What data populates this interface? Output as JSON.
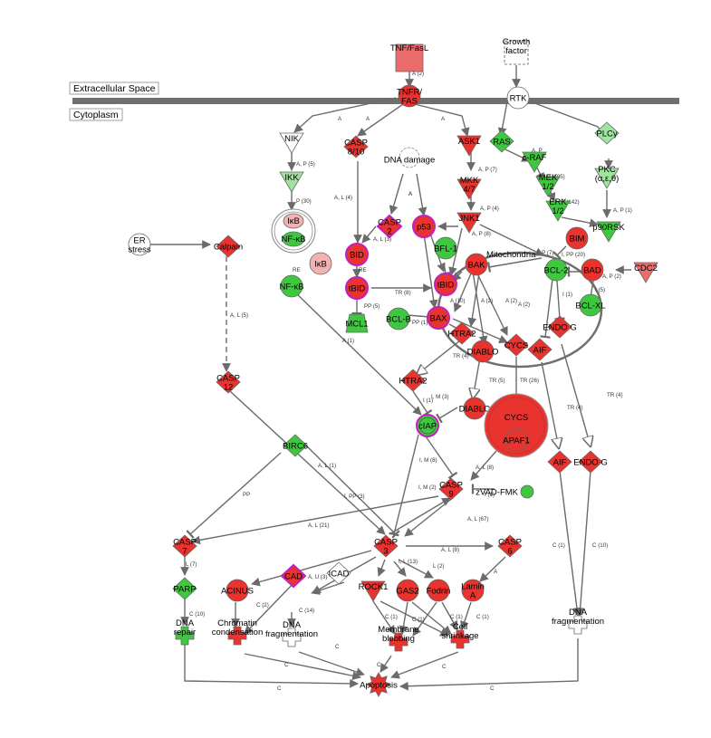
{
  "regions": {
    "extracellular": "Extracellular Space",
    "cytoplasm": "Cytoplasm",
    "mitochondria": "Mitochondria"
  },
  "colors": {
    "red": "#e8332f",
    "green": "#3fc83f",
    "pink_light": "#f3b1b1",
    "salmon": "#ec6b6b",
    "light_green": "#9fe39f",
    "magenta": "#c020c0",
    "membrane": "#6f6f6f",
    "edge": "#6b6b6b"
  },
  "nodes": [
    {
      "id": "tnf",
      "label": "TNF/FasL",
      "shape": "square",
      "fill": "#ec6b6b"
    },
    {
      "id": "growth",
      "label": "Growth\nfactor",
      "shape": "dashed-square",
      "fill": "#ffffff"
    },
    {
      "id": "tnfr",
      "label": "TNFR/\nFAS",
      "shape": "ellipse",
      "fill": "#e8332f"
    },
    {
      "id": "rtk",
      "label": "RTK",
      "shape": "ellipse",
      "fill": "#ffffff"
    },
    {
      "id": "nik",
      "label": "NIK",
      "shape": "triangle-down",
      "fill": "#ffffff"
    },
    {
      "id": "casp810",
      "label": "CASP\n8/10",
      "shape": "diamond",
      "fill": "#e8332f"
    },
    {
      "id": "dna_damage",
      "label": "DNA damage",
      "shape": "cog",
      "fill": "#ffffff"
    },
    {
      "id": "ask1",
      "label": "ASK1",
      "shape": "triangle-down",
      "fill": "#e8332f"
    },
    {
      "id": "ras",
      "label": "RAS",
      "shape": "diamond",
      "fill": "#3fc83f"
    },
    {
      "id": "craf",
      "label": "c-RAF",
      "shape": "triangle-down",
      "fill": "#3fc83f"
    },
    {
      "id": "plcg",
      "label": "PLCγ",
      "shape": "diamond",
      "fill": "#9fe39f"
    },
    {
      "id": "ikk",
      "label": "IKK",
      "shape": "triangle-down",
      "fill": "#9fe39f"
    },
    {
      "id": "mkk47",
      "label": "MKK\n4/7",
      "shape": "triangle-down",
      "fill": "#e8332f"
    },
    {
      "id": "mek12",
      "label": "MEK\n1/2",
      "shape": "triangle-down",
      "fill": "#3fc83f"
    },
    {
      "id": "pkc",
      "label": "PKC\n(α,ε,θ)",
      "shape": "triangle-down",
      "fill": "#9fe39f"
    },
    {
      "id": "erk12",
      "label": "ERK\n1/2",
      "shape": "triangle-down",
      "fill": "#3fc83f"
    },
    {
      "id": "ikb_nfkb",
      "label": "IκB",
      "shape": "complex",
      "fill": "#f3b1b1"
    },
    {
      "id": "nfkb1",
      "label": "NF-κB",
      "shape": "ellipse",
      "fill": "#3fc83f"
    },
    {
      "id": "casp2",
      "label": "CASP\n2",
      "shape": "diamond",
      "fill": "#e8332f"
    },
    {
      "id": "p53",
      "label": "p53",
      "shape": "ellipse",
      "fill": "#e8332f"
    },
    {
      "id": "jnk1",
      "label": "JNK1",
      "shape": "triangle-down",
      "fill": "#e8332f"
    },
    {
      "id": "p90rsk",
      "label": "p90RSK",
      "shape": "triangle-down",
      "fill": "#3fc83f"
    },
    {
      "id": "er_stress",
      "label": "ER\nstress",
      "shape": "ellipse",
      "fill": "#ffffff"
    },
    {
      "id": "calpain",
      "label": "Calpain",
      "shape": "diamond",
      "fill": "#e8332f"
    },
    {
      "id": "ikb",
      "label": "IκB",
      "shape": "ellipse",
      "fill": "#f3b1b1"
    },
    {
      "id": "bid",
      "label": "BID",
      "shape": "ellipse",
      "fill": "#e8332f"
    },
    {
      "id": "bfl1",
      "label": "BFL-1",
      "shape": "ellipse",
      "fill": "#3fc83f"
    },
    {
      "id": "bim",
      "label": "BIM",
      "shape": "ellipse",
      "fill": "#e8332f"
    },
    {
      "id": "bak",
      "label": "BAK",
      "shape": "ellipse",
      "fill": "#e8332f"
    },
    {
      "id": "bcl2",
      "label": "BCL-2",
      "shape": "ellipse",
      "fill": "#3fc83f"
    },
    {
      "id": "bad",
      "label": "BAD",
      "shape": "ellipse",
      "fill": "#e8332f"
    },
    {
      "id": "cdc2",
      "label": "CDC2",
      "shape": "triangle-down",
      "fill": "#ec6b6b"
    },
    {
      "id": "nfkb2",
      "label": "NF-κB",
      "shape": "ellipse",
      "fill": "#3fc83f"
    },
    {
      "id": "tbid1",
      "label": "tBID",
      "shape": "ellipse",
      "fill": "#e8332f"
    },
    {
      "id": "tbid2",
      "label": "tBID",
      "shape": "ellipse",
      "fill": "#e8332f"
    },
    {
      "id": "bclxl",
      "label": "BCL-XL",
      "shape": "ellipse",
      "fill": "#3fc83f"
    },
    {
      "id": "mcl1",
      "label": "MCL1",
      "shape": "trapezoid",
      "fill": "#3fc83f"
    },
    {
      "id": "bclb",
      "label": "BCL-B",
      "shape": "ellipse",
      "fill": "#3fc83f"
    },
    {
      "id": "bax",
      "label": "BAX",
      "shape": "ellipse",
      "fill": "#e8332f"
    },
    {
      "id": "endog1",
      "label": "ENDO G",
      "shape": "diamond",
      "fill": "#e8332f"
    },
    {
      "id": "htra2_in",
      "label": "HTRA2",
      "shape": "diamond",
      "fill": "#e8332f"
    },
    {
      "id": "cycs_in",
      "label": "CYCS",
      "shape": "diamond",
      "fill": "#e8332f"
    },
    {
      "id": "aif_in",
      "label": "AIF",
      "shape": "diamond",
      "fill": "#e8332f"
    },
    {
      "id": "diablo_in",
      "label": "DIABLO",
      "shape": "ellipse",
      "fill": "#e8332f"
    },
    {
      "id": "htra2_out",
      "label": "HTRA2",
      "shape": "diamond",
      "fill": "#e8332f"
    },
    {
      "id": "casp12",
      "label": "CASP\n12",
      "shape": "diamond",
      "fill": "#e8332f"
    },
    {
      "id": "diablo_out",
      "label": "DIABLO",
      "shape": "ellipse",
      "fill": "#e8332f"
    },
    {
      "id": "ciap",
      "label": "cIAP",
      "shape": "ellipse",
      "fill": "#3fc83f"
    },
    {
      "id": "apoptosome",
      "label": "CYCS",
      "shape": "complex",
      "fill": "#e8332f"
    },
    {
      "id": "apaf1",
      "label": "APAF1",
      "shape": "ellipse",
      "fill": "#e8332f"
    },
    {
      "id": "birc6",
      "label": "BIRC6",
      "shape": "diamond",
      "fill": "#3fc83f"
    },
    {
      "id": "aif_out",
      "label": "AIF",
      "shape": "diamond",
      "fill": "#e8332f"
    },
    {
      "id": "endog2",
      "label": "ENDO G",
      "shape": "diamond",
      "fill": "#e8332f"
    },
    {
      "id": "casp9",
      "label": "CASP\n9",
      "shape": "diamond",
      "fill": "#e8332f"
    },
    {
      "id": "zvad",
      "label": "zVAD-FMK",
      "shape": "pill",
      "fill": "#3fc83f"
    },
    {
      "id": "casp3",
      "label": "CASP\n3",
      "shape": "diamond",
      "fill": "#e8332f"
    },
    {
      "id": "casp7",
      "label": "CASP\n7",
      "shape": "diamond",
      "fill": "#e8332f"
    },
    {
      "id": "casp6",
      "label": "CASP\n6",
      "shape": "diamond",
      "fill": "#e8332f"
    },
    {
      "id": "cad",
      "label": "CAD",
      "shape": "diamond",
      "fill": "#e8332f"
    },
    {
      "id": "icad",
      "label": "ICAD",
      "shape": "diamond",
      "fill": "#ffffff"
    },
    {
      "id": "acinus",
      "label": "ACINUS",
      "shape": "ellipse",
      "fill": "#e8332f"
    },
    {
      "id": "rock1",
      "label": "ROCK1",
      "shape": "triangle-down",
      "fill": "#e8332f"
    },
    {
      "id": "gas2",
      "label": "GAS2",
      "shape": "ellipse",
      "fill": "#e8332f"
    },
    {
      "id": "fodrin",
      "label": "Fodrin",
      "shape": "ellipse",
      "fill": "#e8332f"
    },
    {
      "id": "lamin",
      "label": "Lamin\nA",
      "shape": "ellipse",
      "fill": "#e8332f"
    },
    {
      "id": "parp",
      "label": "PARP",
      "shape": "diamond",
      "fill": "#3fc83f"
    },
    {
      "id": "dna_repair",
      "label": "DNA\nrepair",
      "shape": "cross",
      "fill": "#3fc83f"
    },
    {
      "id": "chromatin",
      "label": "Chromatin\ncondensation",
      "shape": "cross",
      "fill": "#e8332f"
    },
    {
      "id": "dna_frag1",
      "label": "DNA\nfragmentation",
      "shape": "cross",
      "fill": "#ffffff"
    },
    {
      "id": "membrane_bleb",
      "label": "Membrane\nblebbing",
      "shape": "cross",
      "fill": "#e8332f"
    },
    {
      "id": "cell_shrink",
      "label": "Cell\nshrinkage",
      "shape": "cross",
      "fill": "#e8332f"
    },
    {
      "id": "dna_frag2",
      "label": "DNA\nfragmentation",
      "shape": "cross",
      "fill": "#ffffff"
    },
    {
      "id": "apoptosis",
      "label": "Apoptosis",
      "shape": "burst",
      "fill": "#e8332f"
    }
  ],
  "edge_labels": [
    "A (2)",
    "A",
    "A",
    "A",
    "A, P (5)",
    "A, P (7)",
    "A, P",
    "A, P (105)",
    "A, P (1)",
    "A, L (4)",
    "A",
    "A",
    "A, P (4)",
    "A, P (142)",
    "P (30)",
    "A, L (3)",
    "A, P (8)",
    "I, P (7)",
    "I, PP (20)",
    "A, P (2)",
    "RE",
    "RE",
    "TR (8)",
    "PP (5)",
    "PP (1)",
    "A (10)",
    "A (2)",
    "A (2)",
    "A (2)",
    "I (1)",
    "I (5)",
    "TR (4)",
    "TR (5)",
    "TR (26)",
    "TR (4)",
    "TR (4)",
    "A, L (5)",
    "A (1)",
    "I (1)",
    "I, M (3)",
    "A, L (1)",
    "I, M (8)",
    "A, L (8)",
    "I, PP (3)",
    "I, M (2)",
    "I (1)",
    "PP",
    "A, L (21)",
    "A, L (67)",
    "A, L (8)",
    "L (7)",
    "I, L (13)",
    "A, U (3)",
    "C (2)",
    "C (14)",
    "L (2)",
    "A",
    "C (10)",
    "C (1)",
    "C (1)",
    "C (1)",
    "C (1)",
    "C (1)",
    "C (10)",
    "C",
    "C",
    "C",
    "C",
    "C",
    "C"
  ]
}
